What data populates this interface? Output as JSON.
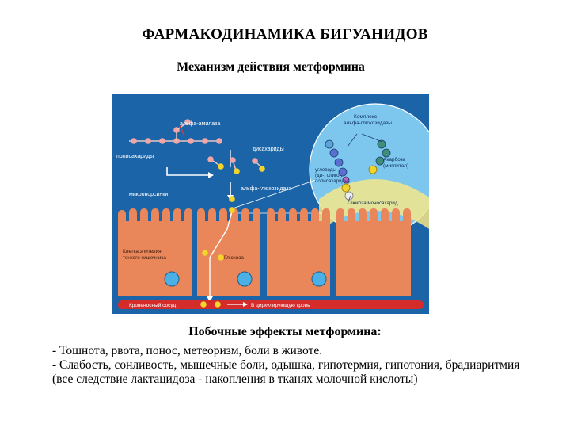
{
  "title": "ФАРМАКОДИНАМИКА БИГУАНИДОВ",
  "subtitle": "Механизм действия метформина",
  "figure": {
    "labels": {
      "alpha_amylase": "альфа-амилаза",
      "polysaccharides": "полисахариды",
      "disaccharides": "дисахариды",
      "alpha_glucosidase": "альфа-глюкозидаза",
      "microvilli": "микроворсинки",
      "cell_line1": "Клетка эпителия",
      "cell_line2": "тонкого кишечника",
      "glucose": "Глюкоза",
      "blood_vessel": "Кровеносный сосуд",
      "to_circulation": "В циркулирующую кровь",
      "complex_line1": "Комплекс",
      "complex_line2": "альфа-глюкозидазы",
      "acarbose_line1": "Акарбоза",
      "acarbose_line2": "(миглитол)",
      "carbs_line1": "углеводы",
      "carbs_line2": "(ди-, олиго-,",
      "carbs_line3": "полисахариды)",
      "glucose_mono": "Глюкоза/моносахарид"
    },
    "colors": {
      "background": "#1b64a8",
      "cell": "#e9865a",
      "nucleus": "#4ab0e6",
      "vessel": "#d42b2b",
      "zoom_circle": "#7dc7ee",
      "glucose_bead": "#f2d42c",
      "sugar_bead": "#f0a6a6"
    }
  },
  "side_effects": {
    "heading": "Побочные эффекты метформина:",
    "items": [
      " - Тошнота, рвота, понос, метеоризм, боли в животе.",
      " - Слабость, сонливость, мышечные боли, одышка, гипотермия, гипотония, брадиаритмия (все следствие лактацидоза - накопления в тканях молочной кислоты)"
    ]
  }
}
